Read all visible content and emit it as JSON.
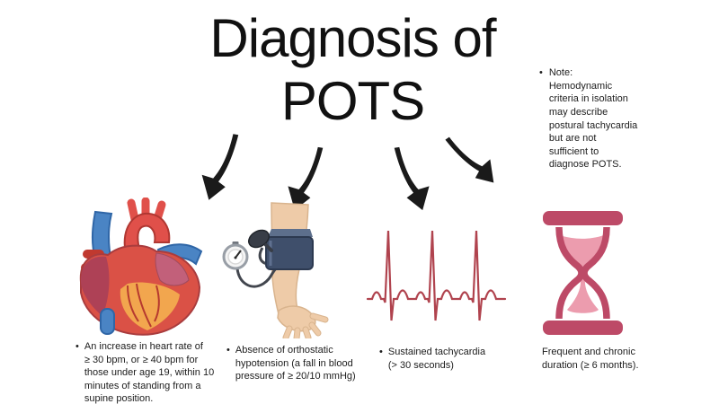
{
  "title": {
    "lines": [
      "Diagnosis of",
      "POTS"
    ]
  },
  "note": {
    "bullet": "•",
    "lines": [
      "Note:",
      "Hemodynamic",
      "criteria in isolation",
      "may describe",
      "postural tachycardia",
      "but are not",
      "sufficient to",
      "diagnose POTS."
    ]
  },
  "criteria": [
    {
      "icon": "anatomical-heart",
      "bullet": "•",
      "lines": [
        "An increase in heart rate of",
        "≥ 30 bpm, or ≥ 40 bpm for",
        "those under age 19, within 10",
        "minutes of standing from a",
        "supine position."
      ]
    },
    {
      "icon": "blood-pressure-cuff-arm",
      "bullet": "•",
      "lines": [
        "Absence of orthostatic",
        "hypotension (a fall in blood",
        "pressure of ≥ 20/10 mmHg)"
      ]
    },
    {
      "icon": "ecg-trace",
      "bullet": "•",
      "lines": [
        "Sustained tachycardia",
        "(> 30 seconds)"
      ]
    },
    {
      "icon": "hourglass",
      "bullet": "",
      "lines": [
        "Frequent and chronic",
        "duration (≥ 6 months)."
      ]
    }
  ],
  "colors": {
    "text": "#1d1d1d",
    "arrow_black": "#1a1a1a",
    "ecg_red": "#b0434e",
    "hourglass_frame": "#bd4a67",
    "hourglass_sand": "#ec9cae",
    "heart_red": "#da5146",
    "heart_maroon": "#ae4156",
    "heart_blue": "#4a84c4",
    "heart_orange": "#f2a64e",
    "skin": "#eecba8",
    "cuff_navy": "#3f4f6b"
  }
}
